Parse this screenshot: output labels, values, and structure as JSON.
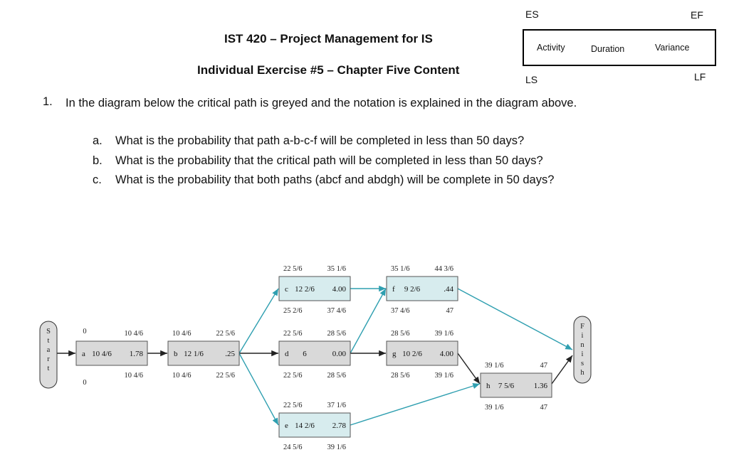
{
  "header": {
    "title": "IST 420 – Project Management for IS",
    "subtitle": "Individual Exercise #5 – Chapter Five Content"
  },
  "legend": {
    "es": "ES",
    "ef": "EF",
    "ls": "LS",
    "lf": "LF",
    "activity": "Activity",
    "duration": "Duration",
    "variance": "Variance"
  },
  "question": {
    "number": "1.",
    "text": "In the diagram below the critical path is greyed and the notation is explained in the diagram above.",
    "items": [
      {
        "letter": "a.",
        "text": "What is the probability that path a-b-c-f will be completed in less than 50 days?"
      },
      {
        "letter": "b.",
        "text": "What is the probability that the critical path will be completed in less than 50 days?"
      },
      {
        "letter": "c.",
        "text": "What is the probability that both paths (abcf and abdgh) will be complete in 50 days?"
      }
    ]
  },
  "network": {
    "start_label": "Start",
    "finish_label": "Finish",
    "start": {
      "es": "0",
      "ls": "0"
    },
    "nodes": [
      {
        "id": "a",
        "es": "",
        "ef": "10 4/6",
        "ls": "",
        "lf": "10 4/6",
        "name": "a",
        "dur": "10 4/6",
        "var": "1.78",
        "critical": true
      },
      {
        "id": "b",
        "es": "10 4/6",
        "ef": "22 5/6",
        "ls": "10 4/6",
        "lf": "22 5/6",
        "name": "b",
        "dur": "12 1/6",
        "var": ".25",
        "critical": true
      },
      {
        "id": "c",
        "es": "22 5/6",
        "ef": "35 1/6",
        "ls": "25 2/6",
        "lf": "37 4/6",
        "name": "c",
        "dur": "12 2/6",
        "var": "4.00",
        "critical": false
      },
      {
        "id": "d",
        "es": "22 5/6",
        "ef": "28 5/6",
        "ls": "22 5/6",
        "lf": "28 5/6",
        "name": "d",
        "dur": "6",
        "var": "0.00",
        "critical": true
      },
      {
        "id": "e",
        "es": "22 5/6",
        "ef": "37 1/6",
        "ls": "24 5/6",
        "lf": "39 1/6",
        "name": "e",
        "dur": "14 2/6",
        "var": "2.78",
        "critical": false
      },
      {
        "id": "f",
        "es": "35 1/6",
        "ef": "44 3/6",
        "ls": "37 4/6",
        "lf": "47",
        "name": "f",
        "dur": "9 2/6",
        "var": ".44",
        "critical": false
      },
      {
        "id": "g",
        "es": "28 5/6",
        "ef": "39 1/6",
        "ls": "28 5/6",
        "lf": "39 1/6",
        "name": "g",
        "dur": "10 2/6",
        "var": "4.00",
        "critical": true
      },
      {
        "id": "h",
        "es": "39 1/6",
        "ef": "47",
        "ls": "39 1/6",
        "lf": "47",
        "name": "h",
        "dur": "7 5/6",
        "var": "1.36",
        "critical": true
      }
    ],
    "colors": {
      "critical_fill": "#d9d9d9",
      "noncritical_fill": "#d7ecee",
      "arrow": "#2f9fb0",
      "critical_arrow": "#222222"
    }
  }
}
